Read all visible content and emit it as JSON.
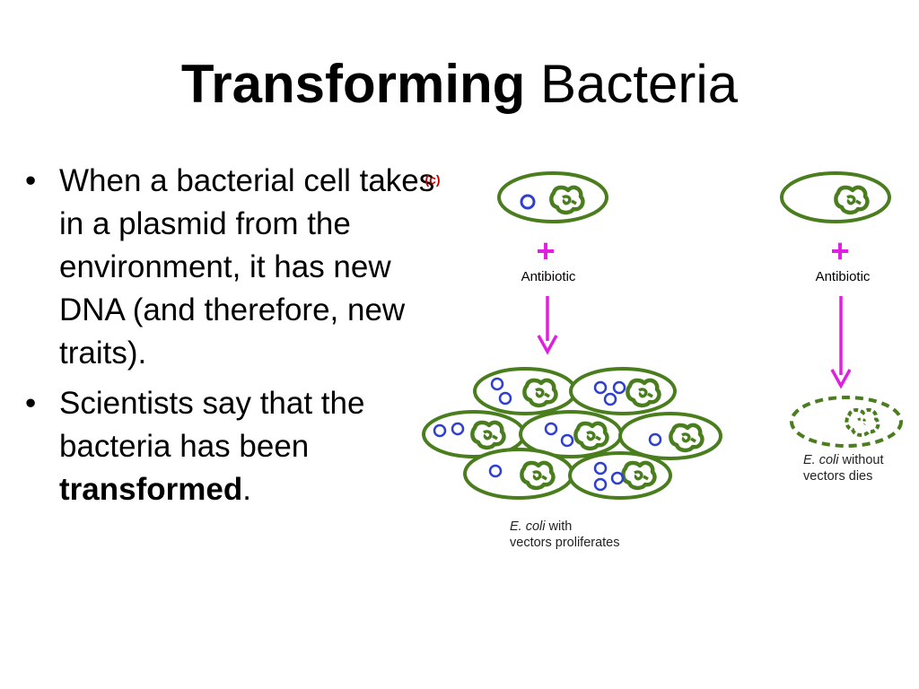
{
  "slide": {
    "title": {
      "bold_part": "Transforming",
      "rest": " Bacteria"
    },
    "bullets": [
      {
        "marker": "•",
        "text": "When a bacterial cell takes in a plasmid from the environment, it has new DNA (and therefore, new traits)."
      },
      {
        "marker": "•",
        "text_before": "Scientists say that the bacteria has been ",
        "text_bold": "transformed",
        "text_after": "."
      }
    ]
  },
  "diagram": {
    "panel_label": "(c)",
    "plus_sign": "+",
    "left_column": {
      "treatment_label": "Antibiotic",
      "caption_italic": "E. coli",
      "caption_line1_rest": " with",
      "caption_line2": "vectors proliferates"
    },
    "right_column": {
      "treatment_label": "Antibiotic",
      "caption_italic": "E. coli",
      "caption_line1_rest": " without",
      "caption_line2": "vectors dies"
    },
    "colors": {
      "cell_outline": "#4a7d1e",
      "arrow": "#e020e0",
      "plasmid": "#2f3fd0",
      "plasmid_inner": "#ff3030",
      "panel_label": "#c00000"
    }
  }
}
